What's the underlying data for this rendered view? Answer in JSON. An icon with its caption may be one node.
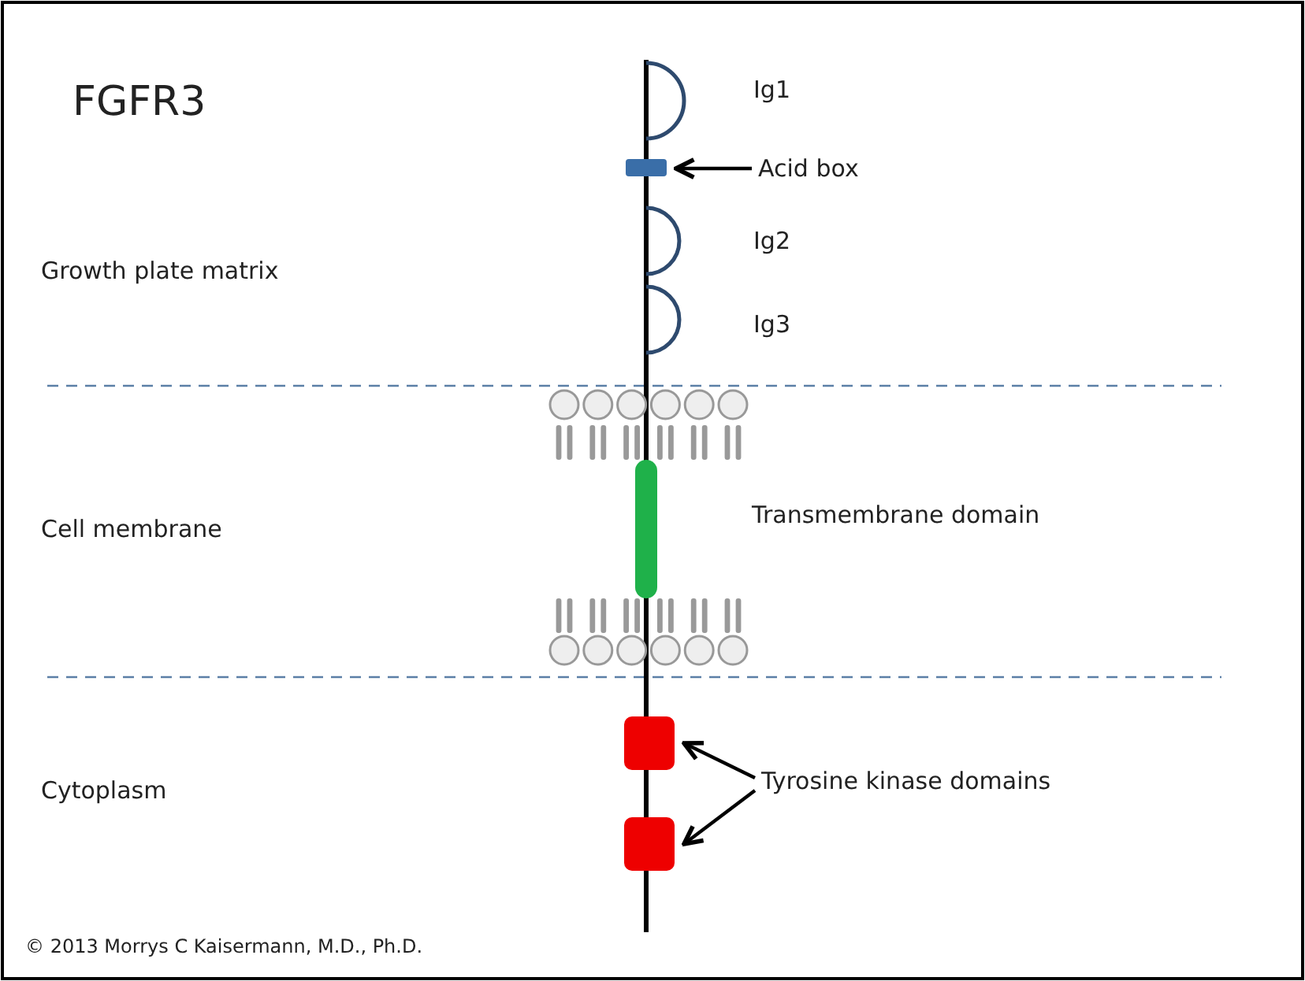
{
  "diagram": {
    "title": "FGFR3",
    "nodes": [
      {
        "text": [
          "Acid box"
        ]
      },
      {
        "text": [],
        "shape": "box"
      },
      {
        "text": [
          "Tyrosine kinase domains"
        ]
      },
      {
        "text": [],
        "shape": "box"
      },
      {
        "text": [],
        "shape": "box"
      }
    ],
    "edges": [
      {
        "from": 0,
        "to": 1,
        "arrow": "to"
      },
      {
        "from": 2,
        "to": 3,
        "arrow": "to"
      },
      {
        "from": 2,
        "to": 4,
        "arrow": "to"
      }
    ],
    "labels": [
      "Ig1",
      "Ig2",
      "Growth plate matrix",
      "Ig3",
      "Cell membrane",
      "Transmembrane domain",
      "Cytoplasm",
      "© 2013 Morrys C Kaisermann, M.D., Ph.D."
    ]
  }
}
